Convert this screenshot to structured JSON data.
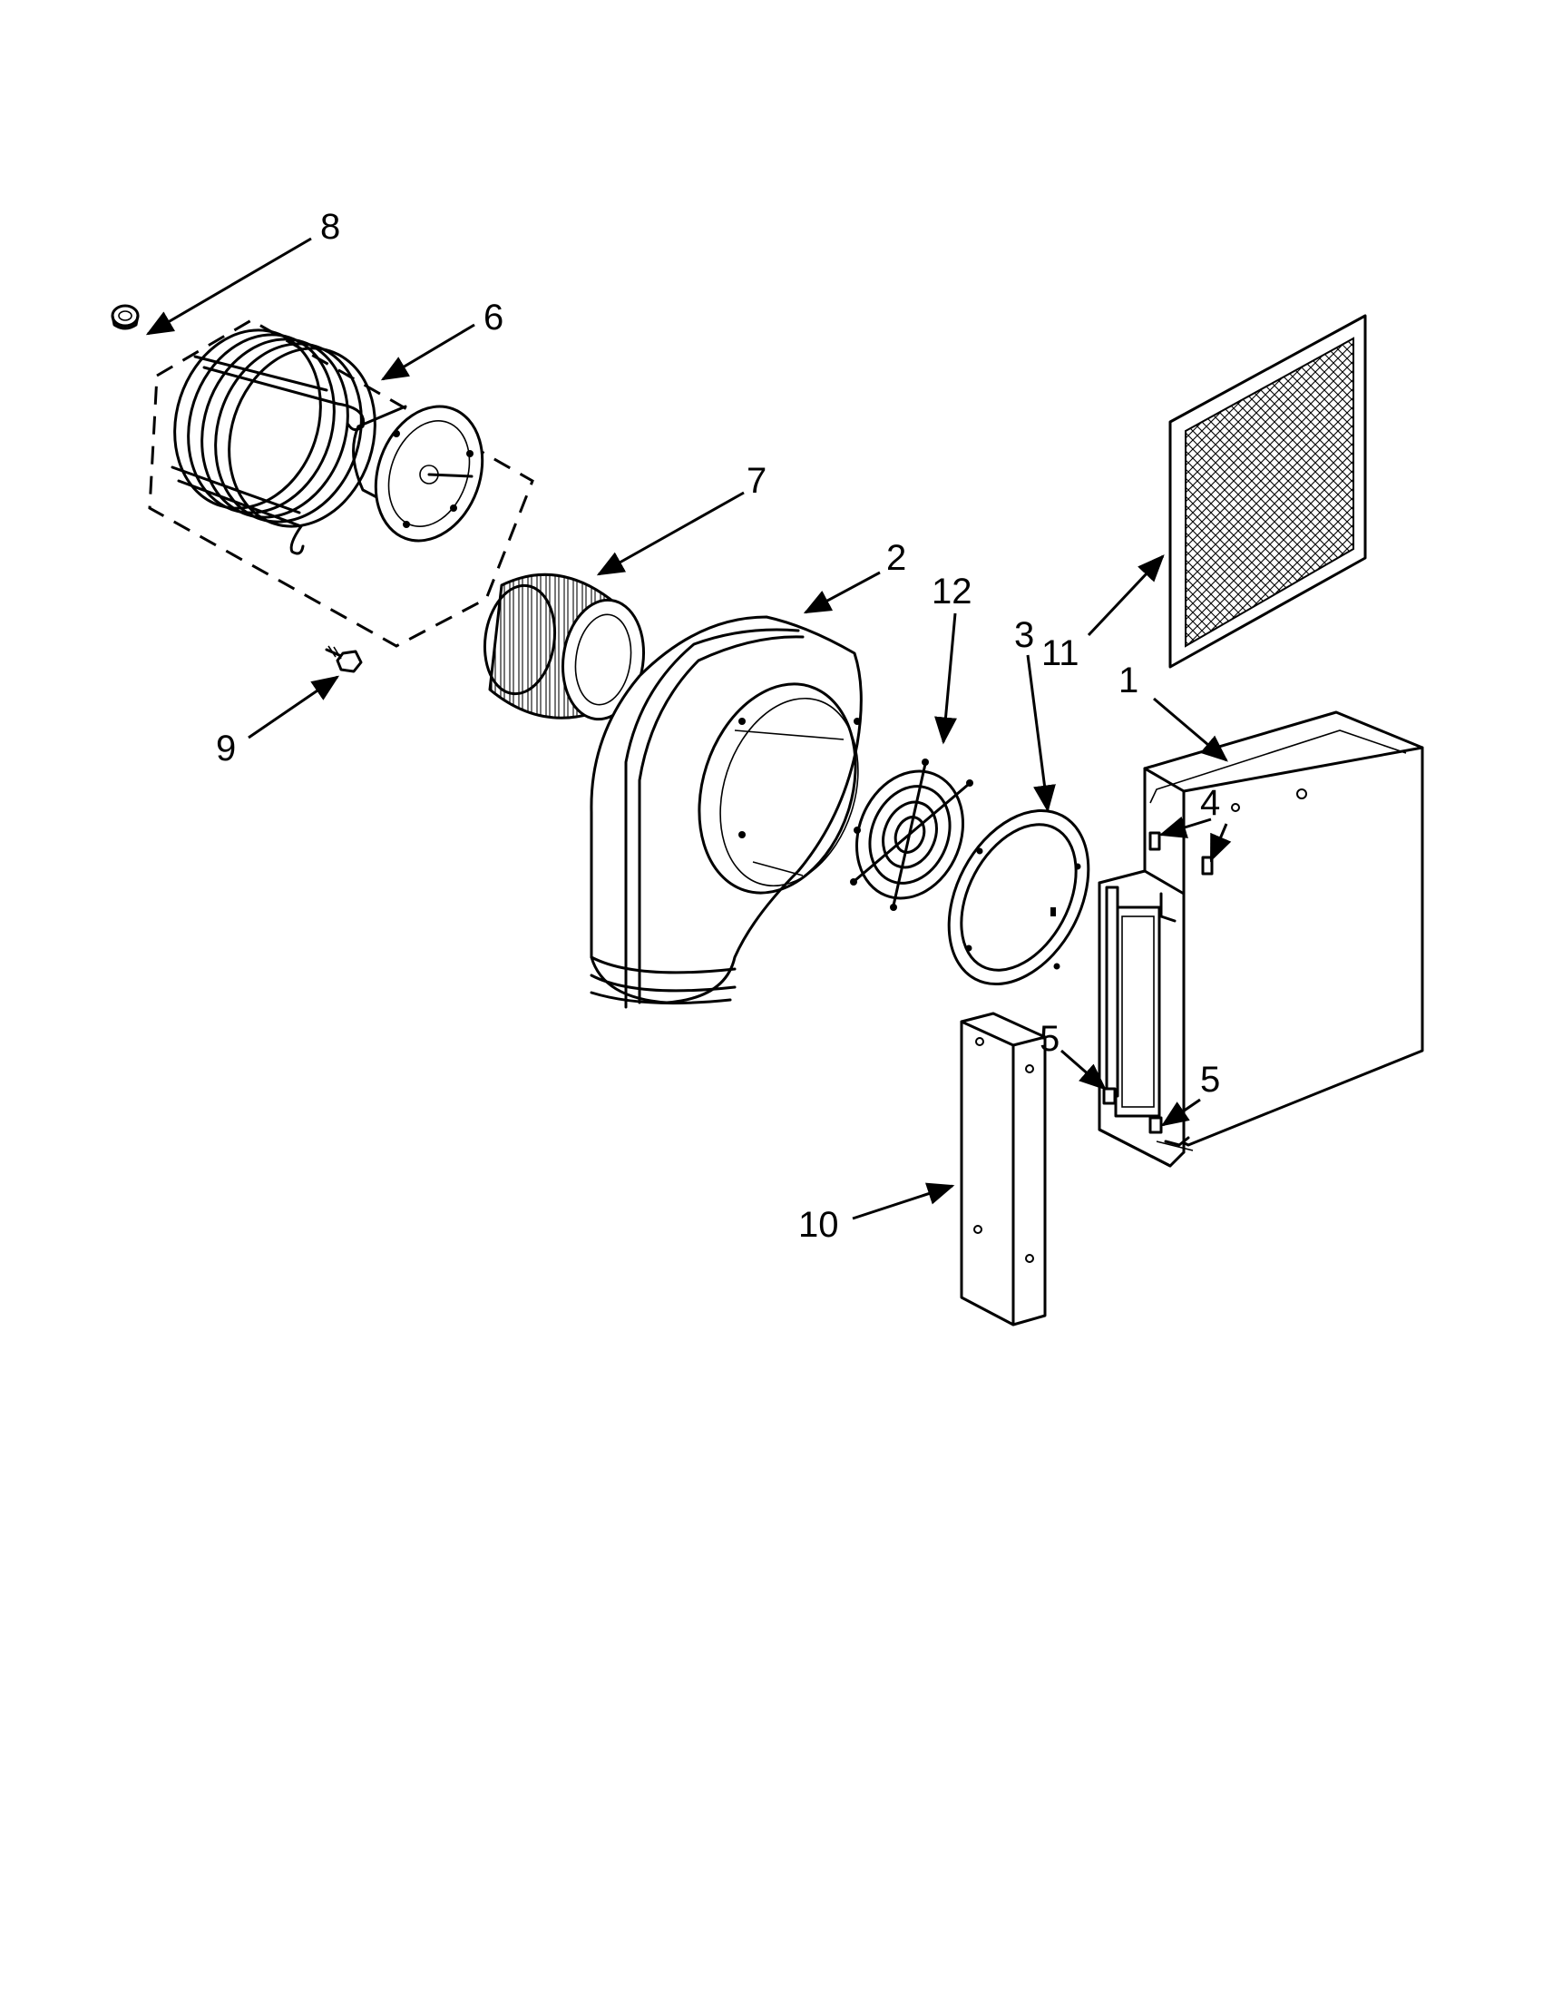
{
  "callouts": {
    "c1": "1",
    "c2": "2",
    "c3": "3",
    "c4": "4",
    "c5a": "5",
    "c5b": "5",
    "c6": "6",
    "c7": "7",
    "c8": "8",
    "c9": "9",
    "c10": "10",
    "c11": "11",
    "c12": "12"
  }
}
